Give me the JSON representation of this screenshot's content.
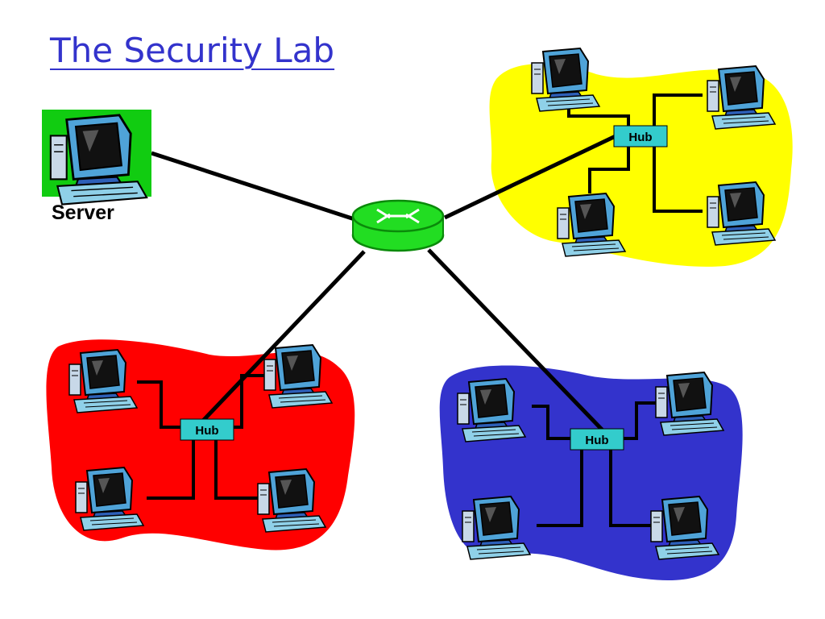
{
  "title": "The Security Lab",
  "server_label": "Server",
  "hub_label": "Hub",
  "colors": {
    "title": "#3333cc",
    "server_background": "#11cc11",
    "router": "#22dd22",
    "hub": "#33cccc",
    "yellow_lan": "#ffff00",
    "red_lan": "#ff0000",
    "blue_lan": "#3333cc",
    "link": "#000000"
  },
  "networks": [
    {
      "name": "yellow-lan",
      "hub_label": "Hub",
      "computers": 4
    },
    {
      "name": "red-lan",
      "hub_label": "Hub",
      "computers": 4
    },
    {
      "name": "blue-lan",
      "hub_label": "Hub",
      "computers": 4
    }
  ],
  "icons": {
    "router": "router-icon",
    "computer": "computer-icon",
    "hub": "hub-icon"
  }
}
